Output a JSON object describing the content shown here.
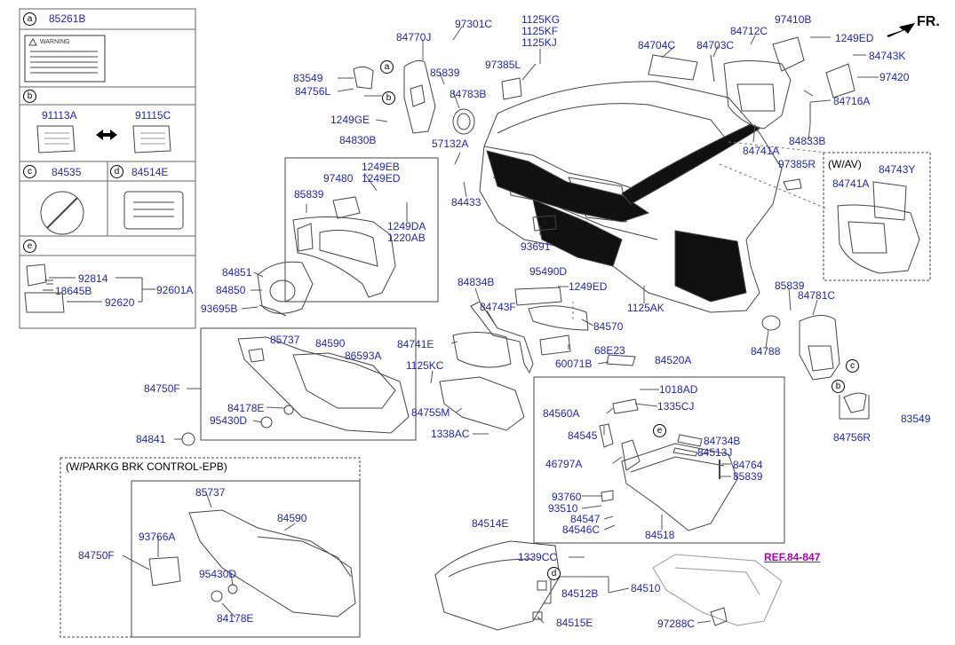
{
  "front_label": "FR.",
  "legend": {
    "a": {
      "letter": "a",
      "part": "85261B",
      "warning_text": "WARNING"
    },
    "b": {
      "letter": "b",
      "left_part": "91113A",
      "right_part": "91115C"
    },
    "c": {
      "letter": "c",
      "part": "84535"
    },
    "d": {
      "letter": "d",
      "part": "84514E"
    },
    "e": {
      "letter": "e",
      "parts": [
        "92814",
        "18645B",
        "92620",
        "92601A"
      ]
    }
  },
  "group_notes": {
    "wav": "(W/AV)",
    "epb": "(W/PARKG BRK CONTROL-EPB)"
  },
  "callout_letters": [
    "a",
    "b",
    "b",
    "c",
    "d",
    "e"
  ],
  "ref_link": "REF.84-847",
  "part_labels": [
    "97301C",
    "84770J",
    "1125KG",
    "1125KF",
    "1125KJ",
    "83549",
    "84756L",
    "85839",
    "97385L",
    "84783B",
    "1249GE",
    "84704C",
    "84703C",
    "84712C",
    "97410B",
    "1249ED",
    "84743K",
    "97420",
    "84716A",
    "84741A",
    "84833B",
    "97385R",
    "84743Y",
    "84741A",
    "84830B",
    "57132A",
    "1249EB",
    "1249ED",
    "97480",
    "85839",
    "1249DA",
    "1220AB",
    "84433",
    "93691",
    "84851",
    "84850",
    "93695B",
    "95490D",
    "1249ED",
    "84834B",
    "84743F",
    "84570",
    "1125AK",
    "85839",
    "84781C",
    "84788",
    "83549",
    "84756R",
    "85737",
    "84590",
    "86593A",
    "84741E",
    "68E23",
    "60071B",
    "84750F",
    "84178E",
    "95430D",
    "1125KC",
    "84755M",
    "84520A",
    "1018AD",
    "84560A",
    "1335CJ",
    "1338AC",
    "84545",
    "84734B",
    "84513J",
    "46797A",
    "84764",
    "85839",
    "84841",
    "93760",
    "93510",
    "84547",
    "84546C",
    "84518",
    "85737",
    "84590",
    "93766A",
    "84750F",
    "95430D",
    "84178E",
    "84514E",
    "1339CC",
    "84512B",
    "84510",
    "84515E",
    "97288C"
  ]
}
